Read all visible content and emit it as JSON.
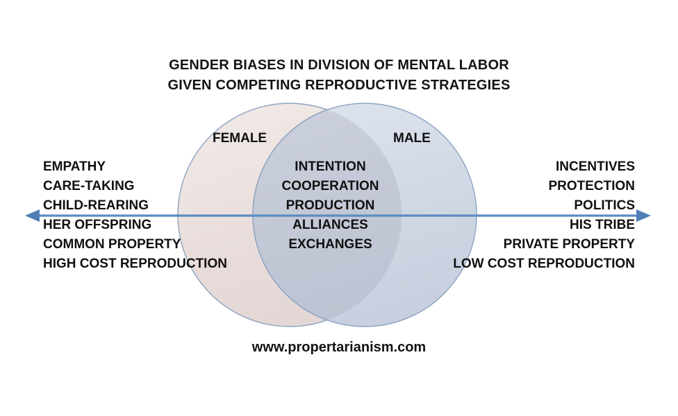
{
  "title": {
    "line1": "GENDER BIASES IN DIVISION OF MENTAL LABOR",
    "line2": "GIVEN COMPETING REPRODUCTIVE STRATEGIES"
  },
  "venn": {
    "left_caption": "FEMALE",
    "right_caption": "MALE",
    "left_fill": "#eadfdd",
    "right_fill": "#ced6e4",
    "overlap_fill": "#c3c8d6",
    "stroke": "#7f97b8"
  },
  "axis": {
    "color": "#5b8cc0",
    "left_arrow": "arrow-left",
    "right_arrow": "arrow-right"
  },
  "columns": {
    "female": [
      "EMPATHY",
      "CARE-TAKING",
      "CHILD-REARING",
      "HER OFFSPRING",
      "COMMON PROPERTY",
      "HIGH COST REPRODUCTION"
    ],
    "shared": [
      "INTENTION",
      "COOPERATION",
      "PRODUCTION",
      "ALLIANCES",
      "EXCHANGES"
    ],
    "male": [
      "INCENTIVES",
      "PROTECTION",
      "POLITICS",
      "HIS TRIBE",
      "PRIVATE PROPERTY",
      "LOW COST REPRODUCTION"
    ]
  },
  "footer": {
    "url": "www.propertarianism.com"
  }
}
